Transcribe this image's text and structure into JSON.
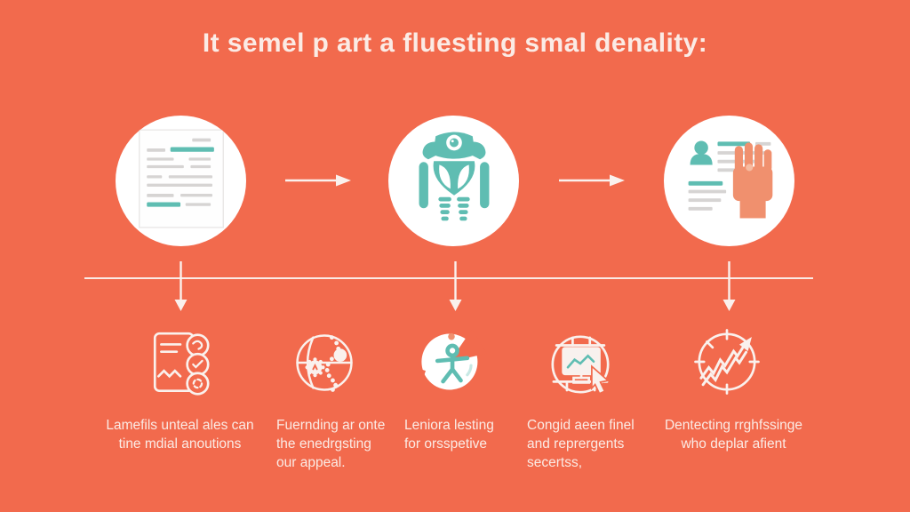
{
  "title": "It semel p art a fluesting smal denality:",
  "colors": {
    "background": "#F26A4D",
    "teal": "#5FBDB2",
    "white": "#FFFFFF",
    "stroke": "#FAF1ED",
    "gray_line": "#D6D4D3",
    "salmon": "#F0906E",
    "salmon_light": "#F6BBA0",
    "text": "#FBEBE5",
    "page_border": "#EAE8E7"
  },
  "flow": {
    "steps": [
      {
        "icon": "document-report-icon"
      },
      {
        "icon": "robot-icon"
      },
      {
        "icon": "profile-fist-icon"
      }
    ],
    "connector_icon": "right-arrow-icon"
  },
  "timeline": {
    "connector_icon": "down-arrow-icon",
    "items": [
      {
        "icon": "checklist-badges-icon",
        "caption": "Lamefils unteal ales can\ntine mdial anoutions"
      },
      {
        "icon": "globe-dna-icon",
        "caption": "Fuernding ar onte\nthe enedrgsting\nour appeal."
      },
      {
        "icon": "person-badge-icon",
        "caption": "Leniora lesting\nfor orsspetive"
      },
      {
        "icon": "monitor-cursor-icon",
        "caption": "Congid aeen finel\nand reprergents\nsecertss,"
      },
      {
        "icon": "trend-arrow-icon",
        "caption": "Dentecting rrghfssinge\nwho deplar afient"
      }
    ]
  }
}
